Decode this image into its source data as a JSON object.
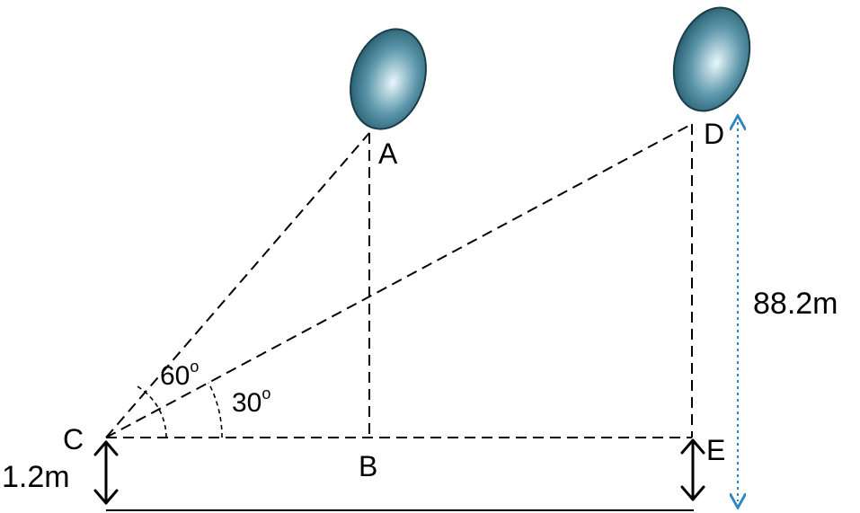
{
  "diagram": {
    "points": {
      "A": "A",
      "B": "B",
      "C": "C",
      "D": "D",
      "E": "E"
    },
    "angles": {
      "large": "60",
      "small": "30",
      "degree_mark": "o"
    },
    "measurements": {
      "balloon_height": "88.2m",
      "observer_height": "1.2m"
    },
    "colors": {
      "balloon_dark": "#1f5468",
      "balloon_mid": "#5d97ab",
      "balloon_light": "#e9f7fb",
      "height_arrow": "#2e86c1",
      "lines": "#000000"
    }
  }
}
